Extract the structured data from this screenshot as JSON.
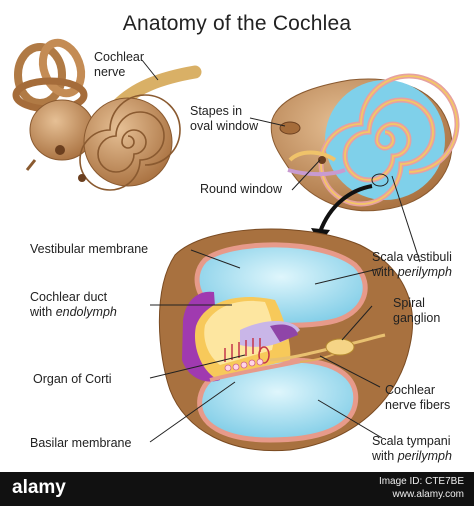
{
  "title": "Anatomy of the Cochlea",
  "labels": {
    "cochlear_nerve": [
      "Cochlear",
      "nerve"
    ],
    "stapes": [
      "Stapes in",
      "oval window"
    ],
    "round_window": "Round window",
    "vestibular_membrane": "Vestibular membrane",
    "cochlear_duct": [
      "Cochlear duct",
      "with ",
      "endolymph"
    ],
    "organ_of_corti": "Organ of Corti",
    "basilar_membrane": "Basilar membrane",
    "scala_vestibuli": [
      "Scala vestibuli",
      "with ",
      "perilymph"
    ],
    "spiral_ganglion": [
      "Spiral",
      "ganglion"
    ],
    "cochlear_nerve_fibers": [
      "Cochlear",
      "nerve fibers"
    ],
    "scala_tympani": [
      "Scala tympani",
      "with ",
      "perilymph"
    ]
  },
  "footer": {
    "watermark": "alamy",
    "image_id_label": "Image ID:",
    "image_id": "CTE7BE",
    "site": "www.alamy.com"
  },
  "colors": {
    "bone": "#c8965f",
    "bone_dark": "#8a5a30",
    "fluid_blue": "#a8dff0",
    "membrane_pink": "#e79a8a",
    "duct_yellow": "#f7c95a",
    "purple": "#a03ab0",
    "nerve": "#e8c070"
  }
}
